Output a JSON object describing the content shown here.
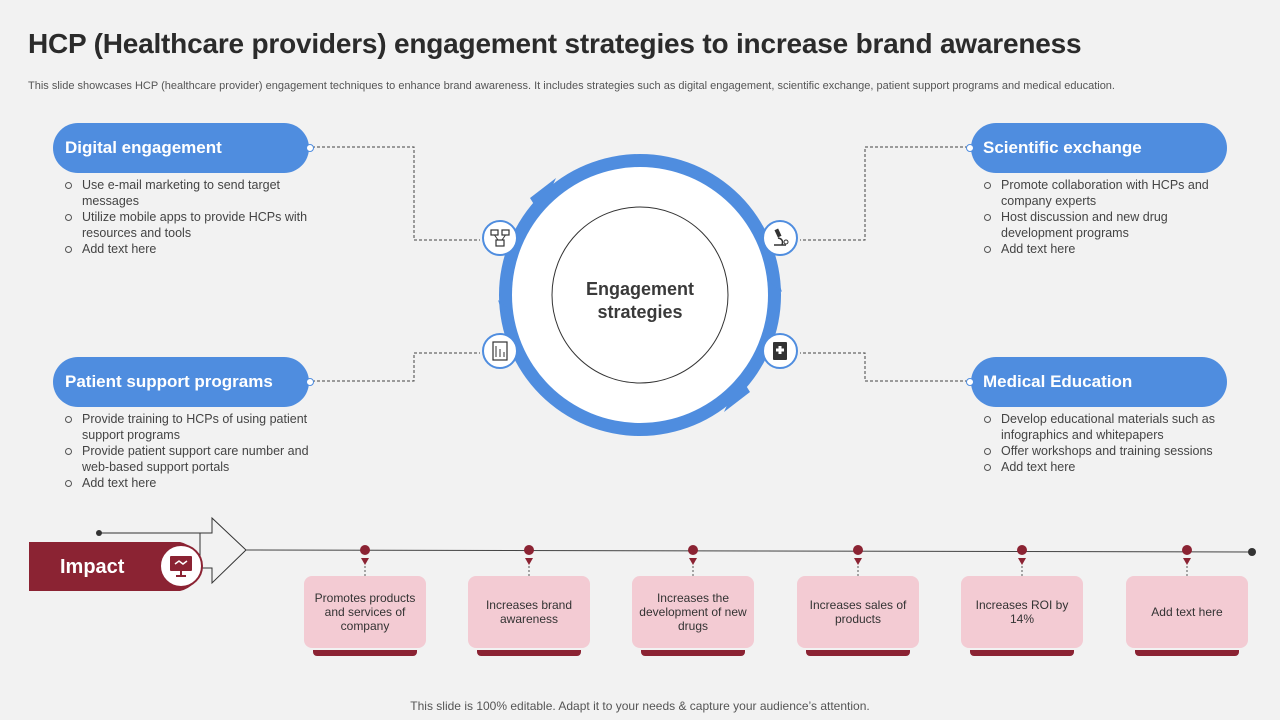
{
  "title": "HCP (Healthcare providers) engagement strategies to increase brand awareness",
  "subtitle": "This slide showcases HCP (healthcare provider) engagement techniques to enhance brand awareness. It includes strategies such as digital engagement, scientific exchange, patient support programs and medical education.",
  "center_label": "Engagement strategies",
  "strategies": {
    "digital": {
      "label": "Digital engagement",
      "icon": "network-computer-icon",
      "bullets": [
        "Use e-mail marketing to send target messages",
        "Utilize mobile apps to provide  HCPs with resources and tools",
        "Add text here"
      ]
    },
    "scientific": {
      "label": "Scientific exchange",
      "icon": "microscope-icon",
      "bullets": [
        "Promote collaboration with HCPs and company experts",
        "Host discussion and new drug development  programs",
        "Add text here"
      ]
    },
    "patient": {
      "label": "Patient support programs",
      "icon": "medical-chart-icon",
      "bullets": [
        "Provide training to HCPs of using patient support programs",
        "Provide  patient support care number and web-based support portals",
        "Add text here"
      ]
    },
    "medical": {
      "label": "Medical Education",
      "icon": "medical-book-icon",
      "bullets": [
        "Develop educational materials such as infographics and whitepapers",
        "Offer workshops and training sessions",
        "Add text here"
      ]
    }
  },
  "impact": {
    "label": "Impact",
    "icon": "presentation-handshake-icon",
    "items": [
      "Promotes products and services of company",
      "Increases brand awareness",
      "Increases the development of new drugs",
      "Increases sales of products",
      "Increases ROI by 14%",
      "Add text here"
    ]
  },
  "footer": "This slide is 100% editable. Adapt it to your needs & capture your audience’s attention.",
  "colors": {
    "blue": "#4f8ddf",
    "maroon": "#8b2333",
    "pink": "#f3cbd3",
    "background": "#f2f2f2"
  }
}
